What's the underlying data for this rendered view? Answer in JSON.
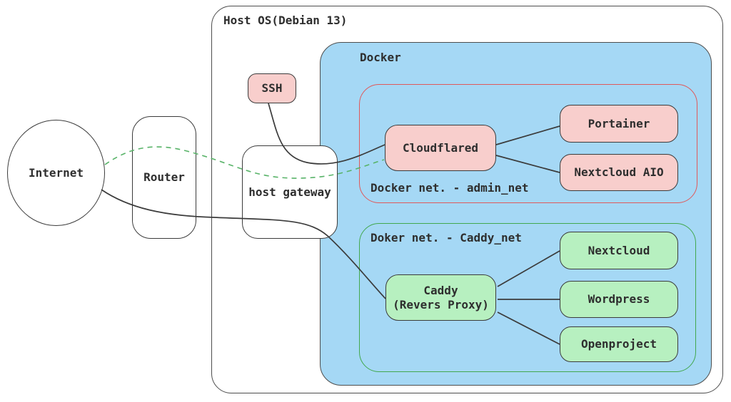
{
  "diagram": {
    "host_os": {
      "label": "Host OS(Debian 13)"
    },
    "docker": {
      "label": "Docker"
    },
    "networks": {
      "admin_net": {
        "label": "Docker net. - admin_net"
      },
      "caddy_net": {
        "label": "Doker net. - Caddy_net"
      }
    },
    "nodes": {
      "internet": {
        "label": "Internet"
      },
      "router": {
        "label": "Router"
      },
      "ssh": {
        "label": "SSH"
      },
      "host_gateway": {
        "label": "host gateway"
      },
      "cloudflared": {
        "label": "Cloudflared"
      },
      "portainer": {
        "label": "Portainer"
      },
      "nextcloud_aio": {
        "label": "Nextcloud AIO"
      },
      "caddy": {
        "label": "Caddy",
        "sublabel": "(Revers Proxy)"
      },
      "nextcloud": {
        "label": "Nextcloud"
      },
      "wordpress": {
        "label": "Wordpress"
      },
      "openproject": {
        "label": "Openproject"
      }
    },
    "edges": [
      {
        "name": "internet-cloudflared-tunnel",
        "from": "internet",
        "to": "cloudflared",
        "style": "dashed-green"
      },
      {
        "name": "internet-caddy",
        "from": "internet",
        "to": "caddy",
        "style": "solid"
      },
      {
        "name": "ssh-host-gateway-cloudflared",
        "from": "ssh",
        "to": "cloudflared",
        "style": "solid"
      },
      {
        "name": "cloudflared-portainer",
        "from": "cloudflared",
        "to": "portainer",
        "style": "solid"
      },
      {
        "name": "cloudflared-nextcloud-aio",
        "from": "cloudflared",
        "to": "nextcloud_aio",
        "style": "solid"
      },
      {
        "name": "caddy-nextcloud",
        "from": "caddy",
        "to": "nextcloud",
        "style": "solid"
      },
      {
        "name": "caddy-wordpress",
        "from": "caddy",
        "to": "wordpress",
        "style": "solid"
      },
      {
        "name": "caddy-openproject",
        "from": "caddy",
        "to": "openproject",
        "style": "solid"
      }
    ],
    "colors": {
      "docker_fill": "#a5d8f5",
      "pink_fill": "#f8cecc",
      "green_fill": "#b7f0c0",
      "admin_border": "#e0595a",
      "caddy_border": "#42a84e",
      "tunnel_dash": "#58b368"
    }
  }
}
